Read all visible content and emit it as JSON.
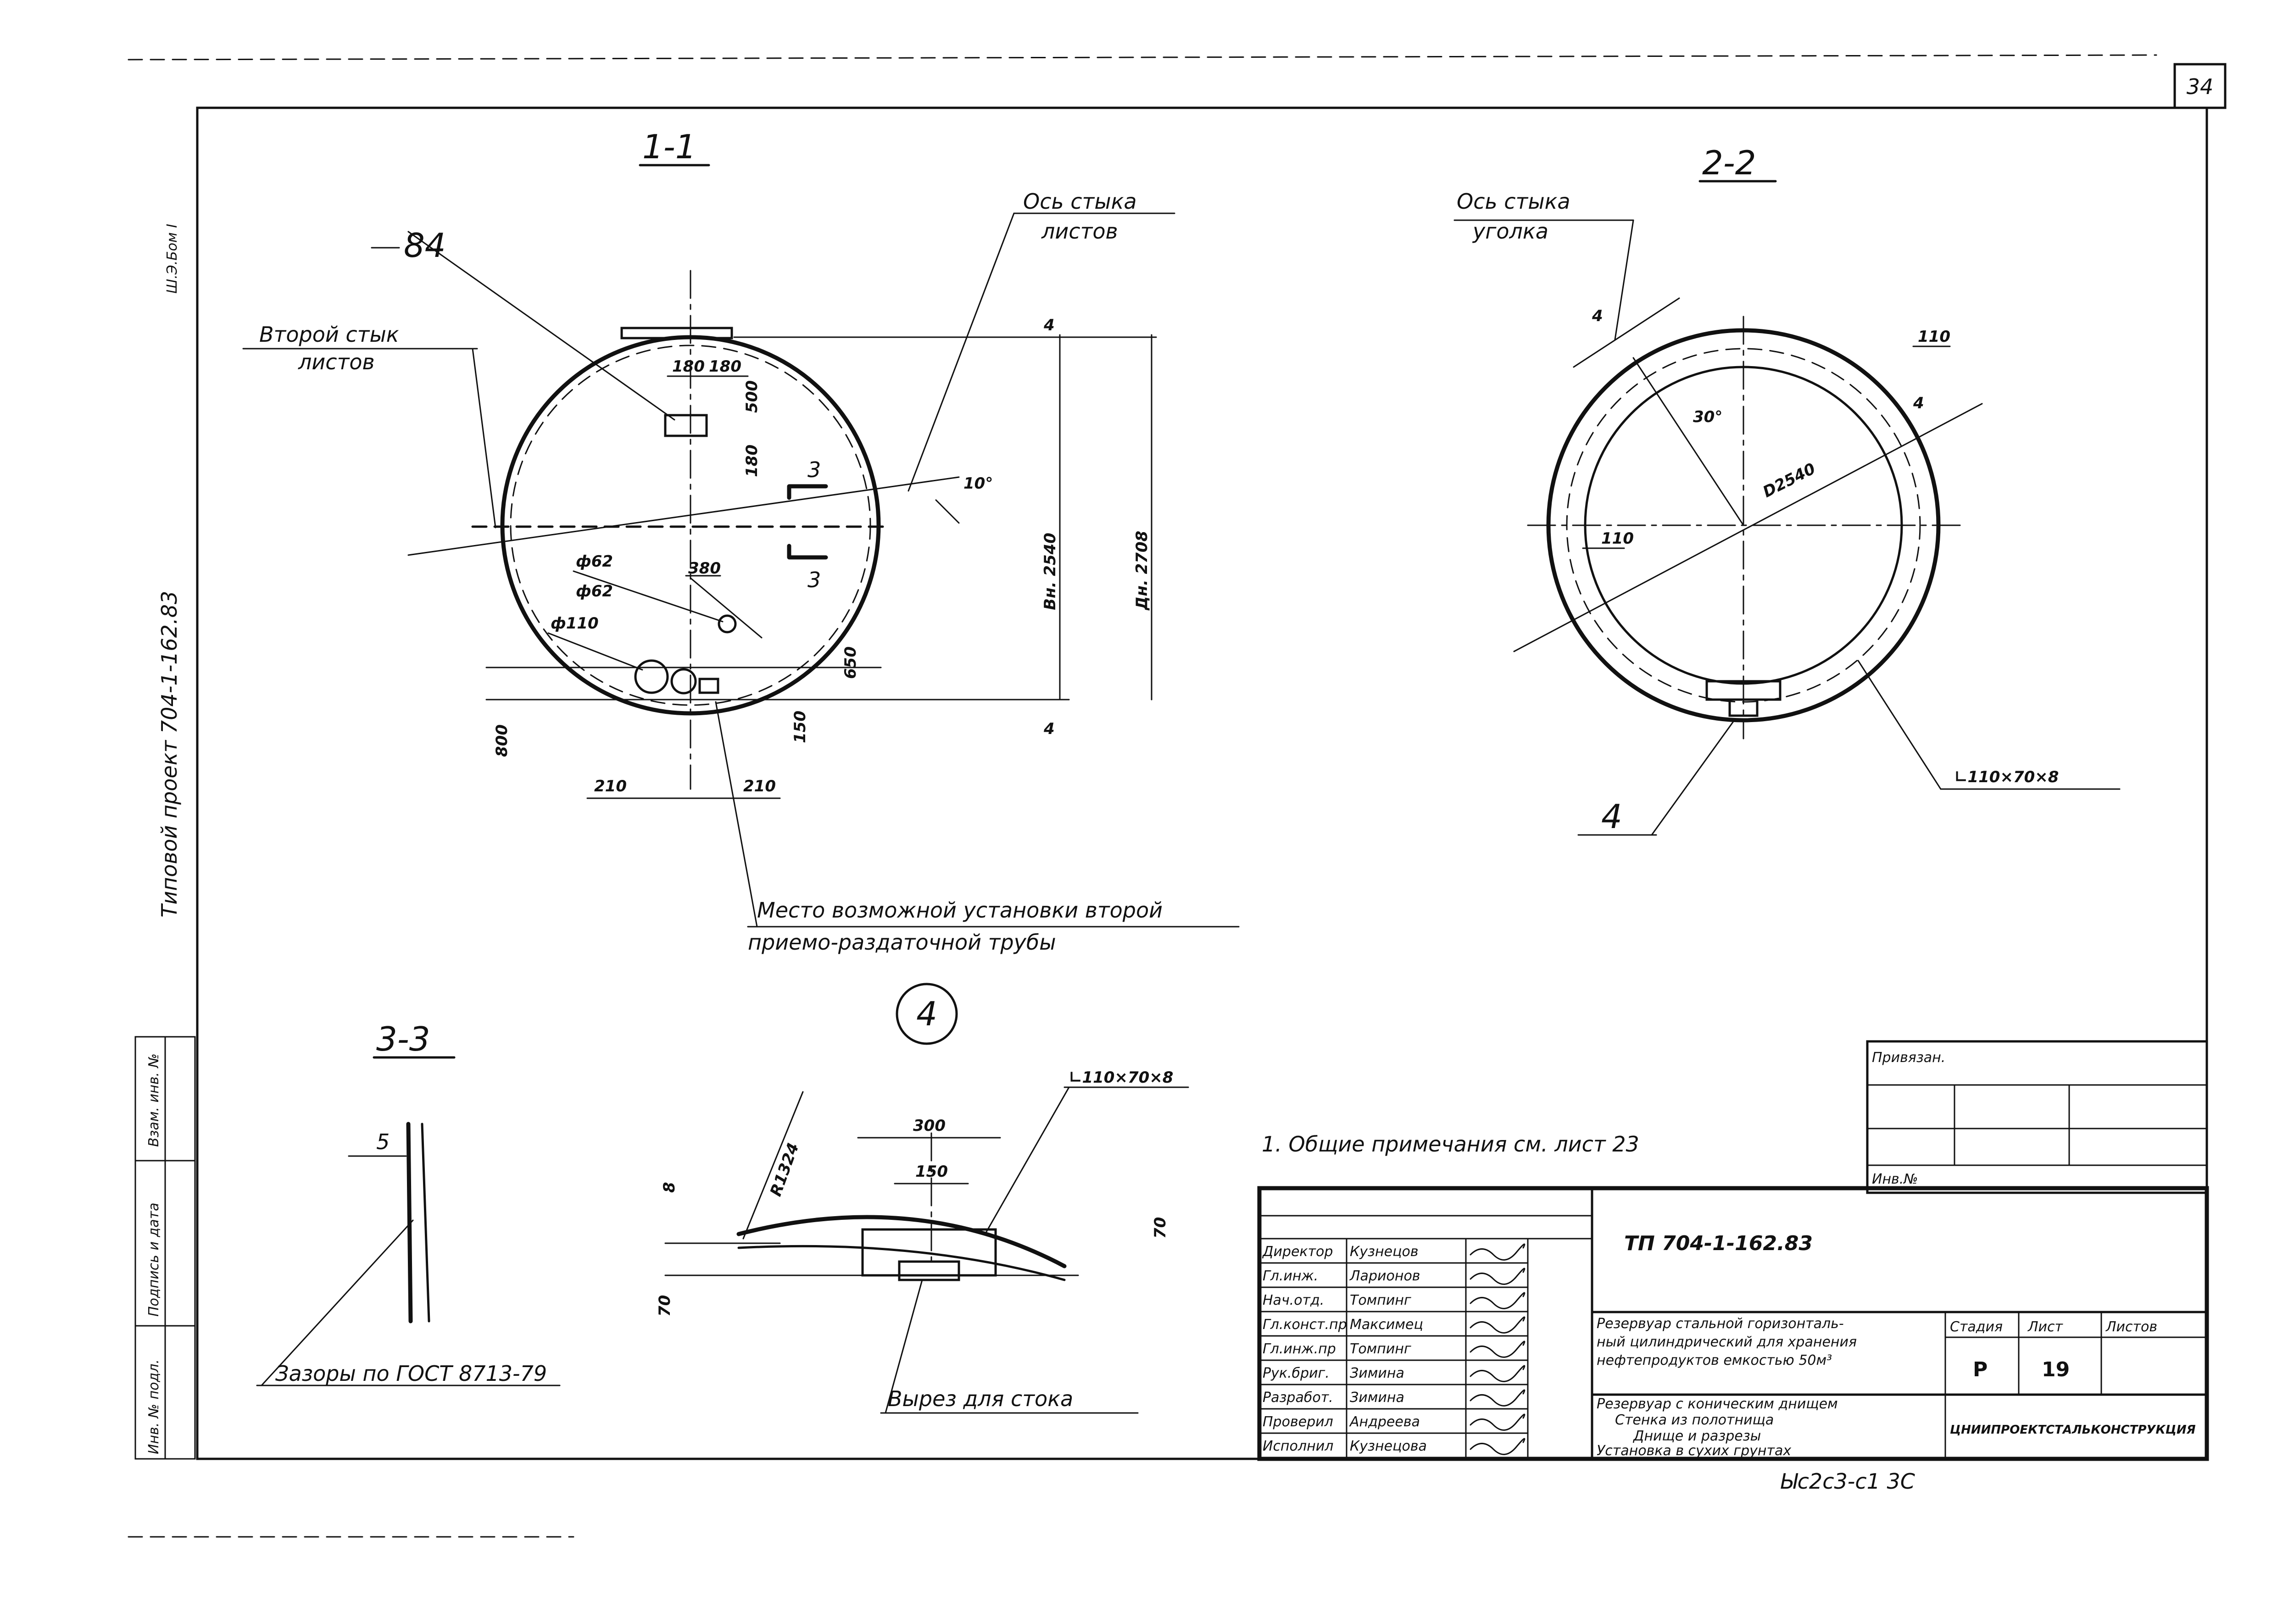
{
  "sheet": {
    "page_number": "34",
    "side_label": "Типовой проект 704-1-162.83",
    "side_label_2": "Ш.Э.Бом І",
    "stamp_note": "Ыс2с3-с1  3С",
    "circle_mark": "4"
  },
  "section_1_1": {
    "title": "1-1",
    "label_84": "84",
    "second_joint_line1": "Второй стык",
    "second_joint_line2": "листов",
    "sheet_joint_line1": "Ось стыка",
    "sheet_joint_line2": "листов",
    "angle": "10°",
    "dims": {
      "d180a": "180",
      "d180b": "180",
      "d500": "500",
      "d180v": "180",
      "d380": "380",
      "phi62a": "ф62",
      "phi62b": "ф62",
      "phi110": "ф110",
      "d650": "650",
      "d150": "150",
      "d800": "800",
      "d210a": "210",
      "d210b": "210",
      "d4top": "4",
      "d4bot": "4",
      "dvn": "Вн. 2540",
      "dn": "Дн. 2708"
    },
    "section_mark": "3",
    "install_note_line1": "Место возможной установки второй",
    "install_note_line2": "приемо-раздаточной трубы"
  },
  "section_2_2": {
    "title": "2-2",
    "angle_joint_line1": "Ось стыка",
    "angle_joint_line2": "уголка",
    "diameter": "D2540",
    "angle": "30°",
    "d110a": "110",
    "d110b": "110",
    "d4a": "4",
    "d4b": "4",
    "angle_profile": "∟110×70×8",
    "leader_4": "4"
  },
  "section_3_3": {
    "title": "3-3",
    "label_5": "5",
    "gap_note": "Зазоры по ГОСТ 8713-79"
  },
  "detail_cutout": {
    "r_label": "R1324",
    "d300": "300",
    "d150": "150",
    "d70a": "70",
    "d70b": "70",
    "d8": "8",
    "angle_profile": "∟110×70×8",
    "cutout_note": "Вырез для стока"
  },
  "notes": {
    "general": "1. Общие примечания см. лист 23"
  },
  "binding_block": {
    "label_top": "Привязан.",
    "label_bottom": "Инв.№"
  },
  "left_strip": {
    "inv_podl": "Инв. № подл.",
    "sign_date": "Подпись и дата",
    "vzam_inv": "Взам. инв. №"
  },
  "title_block": {
    "code": "ТП 704-1-162.83",
    "desc_line1": "Резервуар стальной горизонталь-",
    "desc_line2": "ный цилиндрический для хранения",
    "desc_line3": "нефтепродуктов емкостью 50м³",
    "sheet_line1": "Резервуар с коническим днищем",
    "sheet_line2": "Стенка из полотнища",
    "sheet_line3": "Днище и разрезы",
    "sheet_line4": "Установка в сухих грунтах",
    "stage_hdr": "Стадия",
    "sheet_hdr": "Лист",
    "sheets_hdr": "Листов",
    "stage": "Р",
    "sheet_no": "19",
    "org": "ЦНИИПРОЕКТСТАЛЬКОНСТРУКЦИЯ",
    "roles": [
      "Директор",
      "Гл.инж.",
      "Нач.отд.",
      "Гл.конст.пр",
      "Гл.инж.пр",
      "Рук.бриг.",
      "Разработ.",
      "Проверил",
      "Исполнил"
    ],
    "names": [
      "Кузнецов",
      "Ларионов",
      "Томпинг",
      "Максимец",
      "Томпинг",
      "Зимина",
      "Зимина",
      "Андреева",
      "Кузнецова"
    ]
  }
}
